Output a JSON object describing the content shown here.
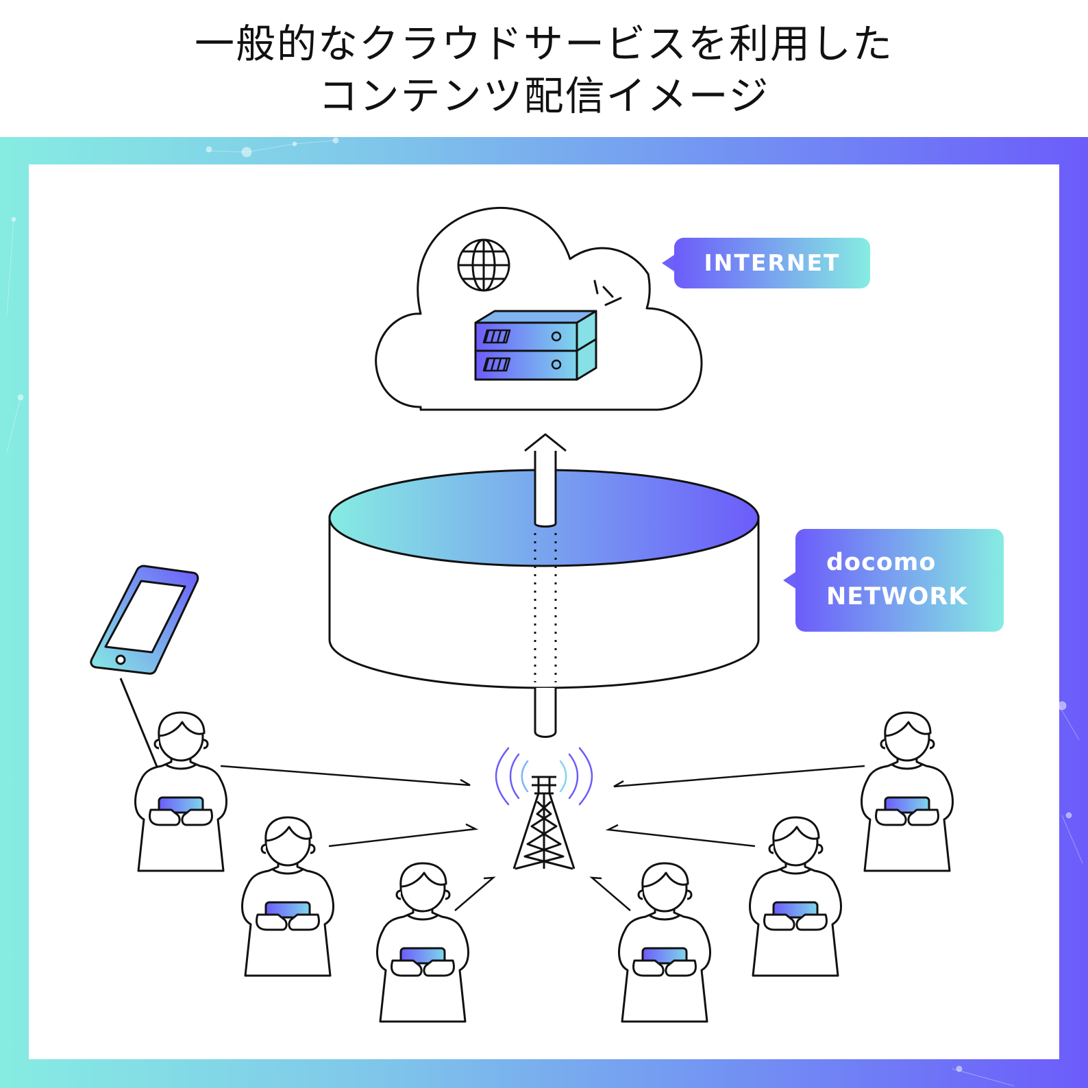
{
  "title": {
    "line1": "一般的なクラウドサービスを利用した",
    "line2": "コンテンツ配信イメージ"
  },
  "labels": {
    "internet": "INTERNET",
    "docomo_line1": "docomo",
    "docomo_line2": "NETWORK"
  },
  "icons": {
    "globe": "globe-icon",
    "server": "server-icon",
    "tower": "cell-tower-icon",
    "tablet": "tablet-icon",
    "user": "person-with-phone-icon"
  },
  "colors": {
    "gradient_start": "#86ece2",
    "gradient_end": "#6c5cfb",
    "line": "#111111"
  }
}
